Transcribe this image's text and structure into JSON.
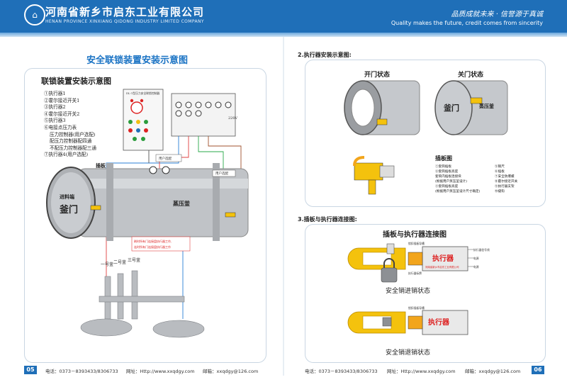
{
  "header": {
    "company_cn": "河南省新乡市启东工业有限公司",
    "company_en": "HENAN PROVINCE XINXIANG QIDONG INDUSTRY LIMITED COMPANY",
    "slogan_cn": "品质成就未来 · 信誉源于真诚",
    "slogan_en": "Quality makes the future, credit comes from sincerity"
  },
  "left": {
    "page_title": "安全联锁装置安装示意图",
    "panel_title": "联锁装置安装示意图",
    "legend": [
      "①执行器1",
      "②霍尔接近开关1",
      "③执行器2",
      "④霍尔接近开关2",
      "⑤执行器3",
      "⑥电接点压力表",
      "压力控制器(用户选配)",
      "配压力控制器配四通",
      "不配压力控制器配三通",
      "⑦执行器4(用户选配)"
    ],
    "insert_label": "插板",
    "door_top": "进料端",
    "door_main": "釜门",
    "vessel_label": "蒸压釜",
    "user_option_1": "用户选配",
    "user_option_2": "用户选配",
    "warning_1": "刷时所有门连接盘执行器工作,",
    "warning_2": "连时所有门连接盘执行器工作",
    "pipes": [
      "一号釜",
      "二号釜",
      "三号釜"
    ],
    "ctrl_title": "DL-1型压力安全联锁控制器",
    "voltage": "220V"
  },
  "right": {
    "section2_title": "2.执行器安装示意图:",
    "open_title": "开门状态",
    "close_title": "关门状态",
    "door_label": "釜门",
    "vessel_label": "蒸压釜",
    "insert_title": "插板图",
    "insert_legend_left": [
      "①套筒插板",
      "②套筒插板高度",
      "套筒内插板连接块",
      "(根据用户蒸压釜设计)",
      "③套筒插板高度",
      "(根据用户蒸压釜设计尺寸确定)"
    ],
    "insert_legend_right": [
      "⑤钢尺",
      "⑥插板",
      "⑦安全防爆螺",
      "⑧霍尔接近开关",
      "⑨执行器支架",
      "⑩撬钩"
    ],
    "section3_title": "3.插板与执行器连接图:",
    "conn_title": "插板与执行器连接图",
    "actuator": "执行器",
    "lock_in": "安全销进销状态",
    "lock_out": "安全销退销状态",
    "c_top_1": "锁扣插板导槽",
    "c_top_2": "执行器标牌",
    "c_bottom": "锁扣插板导槽",
    "c_wire_1": "执行器信号线",
    "c_wire_2": "电源",
    "c_wire_3": "电源",
    "c_company": "河南省新乡市启东工业有限公司"
  },
  "footer": {
    "page_left": "05",
    "page_right": "06",
    "phone": "电话：0373－8393433/8306733",
    "web": "网址：Http://www.xxqdgy.com",
    "email": "邮箱：xxqdgy@126.com"
  },
  "colors": {
    "brand": "#1f6fb8",
    "title_blue": "#1a73c4",
    "actuator_yellow": "#f4c20d",
    "orange": "#f2a51c",
    "vessel_grey": "#b9bcc0"
  }
}
